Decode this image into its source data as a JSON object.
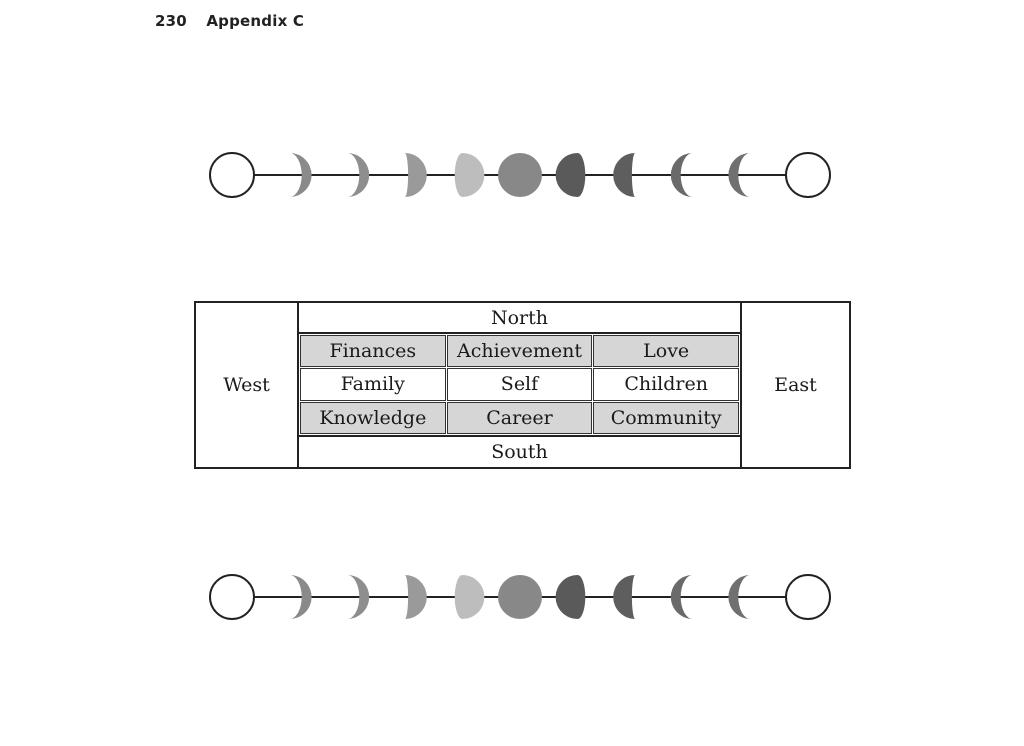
{
  "header": {
    "page_number": "230",
    "section": "Appendix C"
  },
  "moon_phases": {
    "icon": "moon-phase-icon",
    "count": 11,
    "phases": [
      "new",
      "waxing-crescent",
      "waxing-crescent",
      "first-quarter",
      "waxing-gibbous",
      "full",
      "waning-gibbous",
      "last-quarter",
      "waning-crescent",
      "waning-crescent",
      "new"
    ]
  },
  "grid": {
    "north": "North",
    "south": "South",
    "west": "West",
    "east": "East",
    "rows": [
      [
        {
          "label": "Finances",
          "shaded": true
        },
        {
          "label": "Achievement",
          "shaded": true
        },
        {
          "label": "Love",
          "shaded": true
        }
      ],
      [
        {
          "label": "Family",
          "shaded": false
        },
        {
          "label": "Self",
          "shaded": false
        },
        {
          "label": "Children",
          "shaded": false
        }
      ],
      [
        {
          "label": "Knowledge",
          "shaded": true
        },
        {
          "label": "Career",
          "shaded": true
        },
        {
          "label": "Community",
          "shaded": true
        }
      ]
    ]
  },
  "colors": {
    "line": "#222222",
    "shade": "#d6d6d6"
  }
}
